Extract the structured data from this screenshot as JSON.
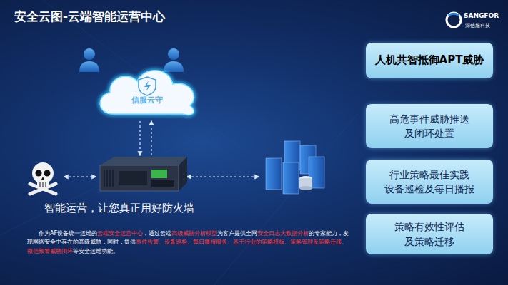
{
  "diagram": {
    "title": "安全云图-云端智能运营中心",
    "caption": "智能运营，让您真正用好防火墙",
    "nodes": [
      {
        "text": [
          "信服云守"
        ]
      },
      {
        "text": [
          "人机共智抵御APT威胁"
        ]
      },
      {
        "text": [
          "高危事件威胁推送 及闭环处置"
        ]
      },
      {
        "text": [
          "行业策略最佳实践 设备巡检及每日播报"
        ]
      },
      {
        "text": [
          "策略有效性评估 及策略迁移"
        ]
      }
    ],
    "labels": [
      "SANGFOR",
      "深信服科技",
      "作为AF设备统一运维的",
      "云端安全运营中心",
      "，通过云端",
      "高级威胁分析模型",
      "为客户提供全网",
      "安全日志大数据分析",
      "的专家能力，发现网络安全中存在的高级威胁，同时，提供",
      "事件告警、设备巡检、每日播报服务、基于行业的策略模板、策略管理及策略迁移、微信预警威胁闭环",
      "等安全运维功能。"
    ]
  }
}
